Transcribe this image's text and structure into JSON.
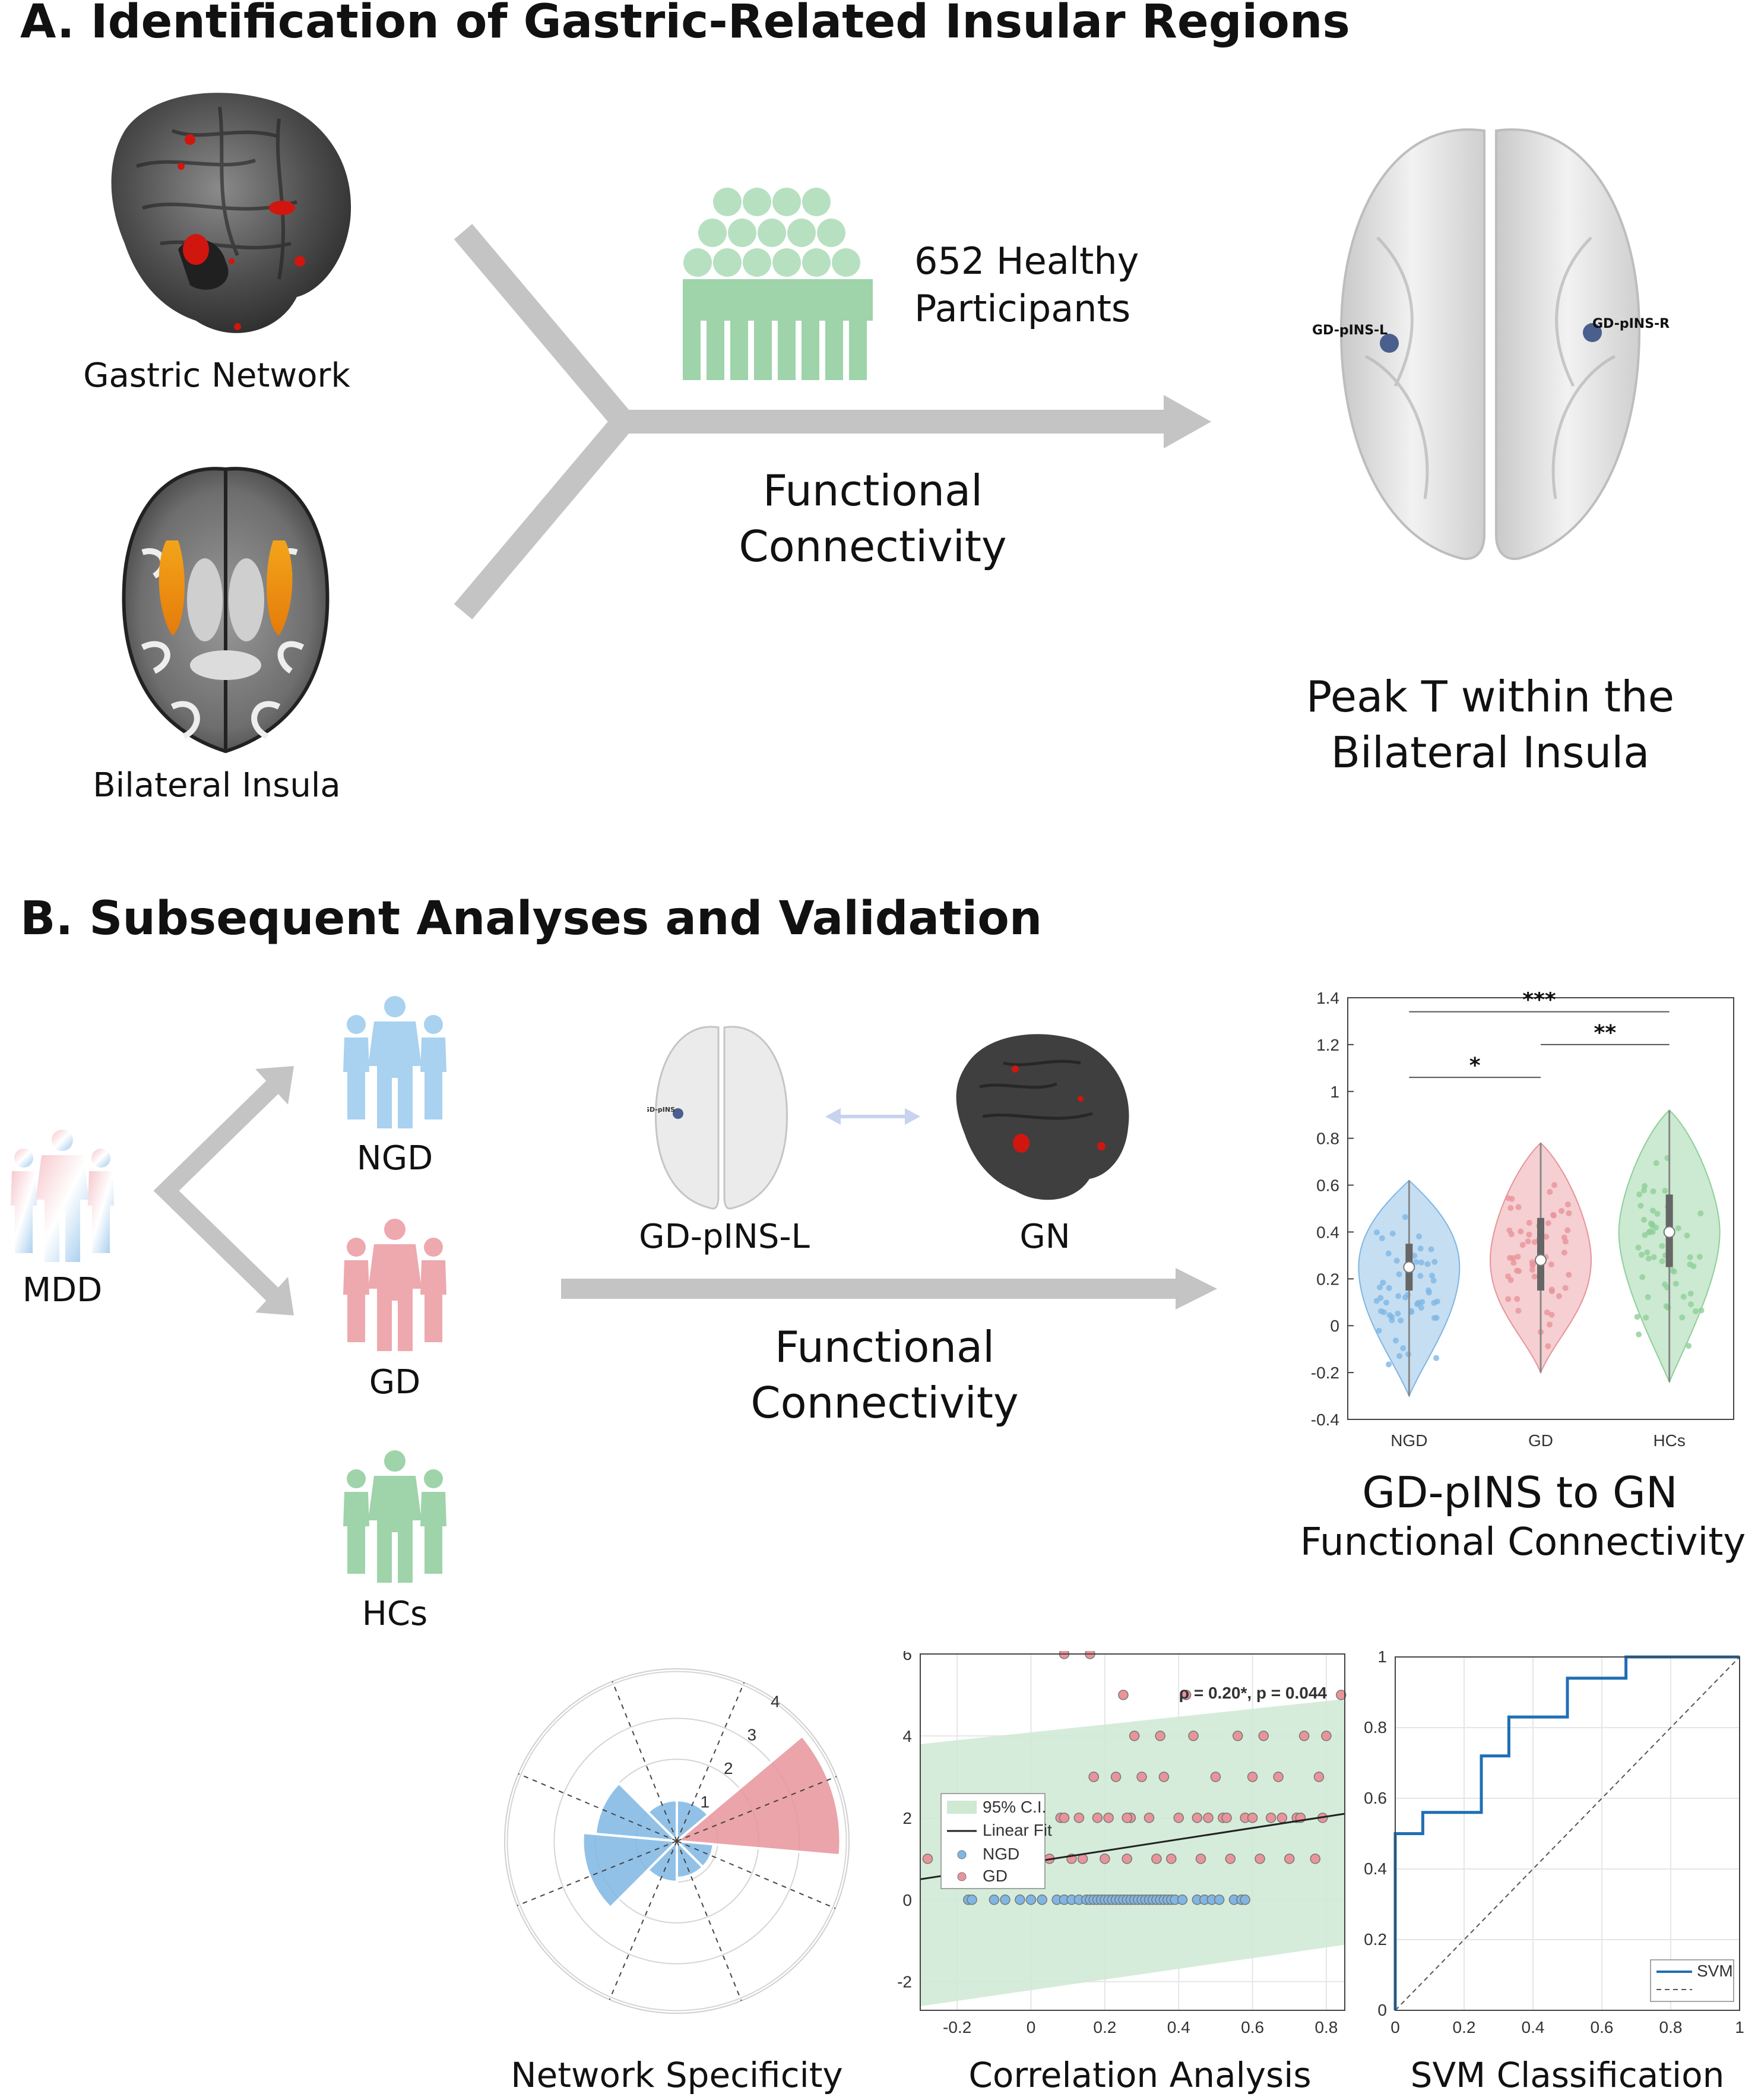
{
  "panel_a": {
    "heading": "A. Identification of Gastric-Related Insular Regions",
    "gastric_network_label": "Gastric Network",
    "bilateral_insula_label": "Bilateral Insula",
    "participants_line1": "652 Healthy",
    "participants_line2": "Participants",
    "fc_line1": "Functional",
    "fc_line2": "Connectivity",
    "peak_line1": "Peak T within the",
    "peak_line2": "Bilateral Insula",
    "roi_left": "GD-pINS-L",
    "roi_right": "GD-pINS-R"
  },
  "panel_b": {
    "heading": "B. Subsequent Analyses and Validation",
    "mdd_label": "MDD",
    "ngd_label": "NGD",
    "gd_label": "GD",
    "hcs_label": "HCs",
    "roi_label": "GD-pINS-L",
    "gn_label": "GN",
    "roi_small_label": "GD-pINS",
    "fc_line1": "Functional",
    "fc_line2": "Connectivity",
    "violin_title_line1": "GD-pINS to GN",
    "violin_title_line2": "Functional Connectivity",
    "network_specificity_label": "Network Specificity",
    "correlation_label": "Correlation Analysis",
    "svm_label": "SVM Classification"
  },
  "colors": {
    "ngd": "#7fb6e3",
    "gd": "#e8949a",
    "hcs": "#8fcf98",
    "arrow": "#c4c4c4",
    "roc": "#1f6fb4"
  },
  "chart_data": [
    {
      "type": "violin",
      "categories": [
        "NGD",
        "GD",
        "HCs"
      ],
      "ylim": [
        -0.4,
        1.4
      ],
      "yticks": [
        -0.4,
        -0.2,
        0,
        0.2,
        0.4,
        0.6,
        0.8,
        1,
        1.2,
        1.4
      ],
      "series": [
        {
          "name": "NGD",
          "min": -0.3,
          "q1": 0.15,
          "median": 0.25,
          "q3": 0.35,
          "max": 0.62,
          "color": "#7fb6e3"
        },
        {
          "name": "GD",
          "min": -0.2,
          "q1": 0.15,
          "median": 0.28,
          "q3": 0.46,
          "max": 0.78,
          "color": "#e8949a"
        },
        {
          "name": "HCs",
          "min": -0.24,
          "q1": 0.25,
          "median": 0.4,
          "q3": 0.56,
          "max": 0.92,
          "color": "#8fcf98"
        }
      ],
      "significance": [
        {
          "pair": [
            "NGD",
            "GD"
          ],
          "label": "*",
          "y": 1.06
        },
        {
          "pair": [
            "GD",
            "HCs"
          ],
          "label": "**",
          "y": 1.2
        },
        {
          "pair": [
            "NGD",
            "HCs"
          ],
          "label": "***",
          "y": 1.34
        }
      ]
    },
    {
      "type": "polar-bar",
      "rticks": [
        "1",
        "2",
        "3",
        "4"
      ],
      "rmax": 4,
      "sectors": [
        {
          "start_deg": -5,
          "end_deg": 40,
          "value": 4,
          "color": "#e8949a"
        },
        {
          "start_deg": 40,
          "end_deg": 90,
          "value": 1,
          "color": "#7fb6e3"
        },
        {
          "start_deg": 90,
          "end_deg": 135,
          "value": 1,
          "color": "#7fb6e3"
        },
        {
          "start_deg": 135,
          "end_deg": 175,
          "value": 2,
          "color": "#7fb6e3"
        },
        {
          "start_deg": 175,
          "end_deg": 225,
          "value": 2.3,
          "color": "#7fb6e3"
        },
        {
          "start_deg": 225,
          "end_deg": 270,
          "value": 1,
          "color": "#7fb6e3"
        },
        {
          "start_deg": 270,
          "end_deg": 315,
          "value": 0.9,
          "color": "#7fb6e3"
        },
        {
          "start_deg": 315,
          "end_deg": 355,
          "value": 0.9,
          "color": "#7fb6e3"
        }
      ]
    },
    {
      "type": "scatter",
      "annotation": "ρ = 0.20*, p = 0.044",
      "xlim": [
        -0.3,
        0.85
      ],
      "ylim": [
        -2.7,
        6
      ],
      "xticks": [
        -0.2,
        0,
        0.2,
        0.4,
        0.6,
        0.8
      ],
      "xtick_labels": [
        "-0.2",
        "0",
        "0.2",
        "0.4",
        "0.6",
        "0.8"
      ],
      "yticks": [
        -2,
        0,
        2,
        4,
        6
      ],
      "legend": [
        "95% C.I.",
        "Linear Fit",
        "NGD",
        "GD"
      ],
      "fit": {
        "x": [
          -0.3,
          0.85
        ],
        "y": [
          0.5,
          2.1
        ]
      },
      "ci": {
        "x": [
          -0.3,
          0.85
        ],
        "upper": [
          3.8,
          4.9
        ],
        "lower": [
          -2.6,
          -1.1
        ]
      },
      "series": [
        {
          "name": "NGD",
          "color": "#7fb6e3",
          "x": [
            -0.17,
            -0.16,
            -0.1,
            -0.07,
            -0.03,
            0.0,
            0.03,
            0.07,
            0.09,
            0.11,
            0.13,
            0.15,
            0.16,
            0.17,
            0.18,
            0.19,
            0.2,
            0.21,
            0.22,
            0.23,
            0.24,
            0.25,
            0.26,
            0.27,
            0.28,
            0.29,
            0.3,
            0.31,
            0.32,
            0.33,
            0.34,
            0.35,
            0.36,
            0.37,
            0.38,
            0.39,
            0.41,
            0.45,
            0.47,
            0.49,
            0.51,
            0.55,
            0.57,
            0.58
          ],
          "y": [
            0,
            0,
            0,
            0,
            0,
            0,
            0,
            0,
            0,
            0,
            0,
            0,
            0,
            0,
            0,
            0,
            0,
            0,
            0,
            0,
            0,
            0,
            0,
            0,
            0,
            0,
            0,
            0,
            0,
            0,
            0,
            0,
            0,
            0,
            0,
            0,
            0,
            0,
            0,
            0,
            0,
            0,
            0,
            0
          ]
        },
        {
          "name": "GD",
          "color": "#e8949a",
          "x": [
            -0.28,
            -0.12,
            -0.02,
            0.05,
            0.08,
            0.09,
            0.11,
            0.13,
            0.14,
            0.16,
            0.17,
            0.18,
            0.2,
            0.21,
            0.23,
            0.25,
            0.26,
            0.27,
            0.28,
            0.3,
            0.32,
            0.34,
            0.35,
            0.36,
            0.38,
            0.4,
            0.42,
            0.44,
            0.46,
            0.48,
            0.5,
            0.52,
            0.54,
            0.56,
            0.58,
            0.6,
            0.62,
            0.63,
            0.65,
            0.67,
            0.7,
            0.72,
            0.74,
            0.77,
            0.78,
            0.8,
            0.84,
            0.09,
            0.17,
            0.26,
            0.45,
            0.53,
            0.6,
            0.68,
            0.73,
            0.79
          ],
          "y": [
            1,
            1,
            1,
            1,
            2,
            6,
            1,
            2,
            1,
            6,
            3,
            2,
            1,
            2,
            3,
            5,
            1,
            2,
            4,
            3,
            2,
            1,
            4,
            3,
            1,
            2,
            5,
            4,
            1,
            2,
            3,
            2,
            1,
            4,
            2,
            3,
            1,
            4,
            2,
            3,
            1,
            2,
            4,
            1,
            3,
            4,
            5,
            2,
            3,
            2,
            2,
            2,
            2,
            2,
            2,
            2
          ]
        }
      ]
    },
    {
      "type": "line",
      "xlim": [
        0,
        1
      ],
      "ylim": [
        0,
        1
      ],
      "xticks": [
        "0",
        "0.2",
        "0.4",
        "0.6",
        "0.8",
        "1"
      ],
      "yticks": [
        "0",
        "0.2",
        "0.4",
        "0.6",
        "0.8",
        "1"
      ],
      "legend": [
        "SVM"
      ],
      "series": [
        {
          "name": "SVM",
          "color": "#1f6fb4",
          "x": [
            0,
            0,
            0.08,
            0.08,
            0.25,
            0.25,
            0.33,
            0.33,
            0.5,
            0.5,
            0.67,
            0.67,
            1
          ],
          "y": [
            0,
            0.5,
            0.5,
            0.56,
            0.56,
            0.72,
            0.72,
            0.83,
            0.83,
            0.94,
            0.94,
            1,
            1
          ]
        }
      ],
      "diagonal": true
    }
  ]
}
